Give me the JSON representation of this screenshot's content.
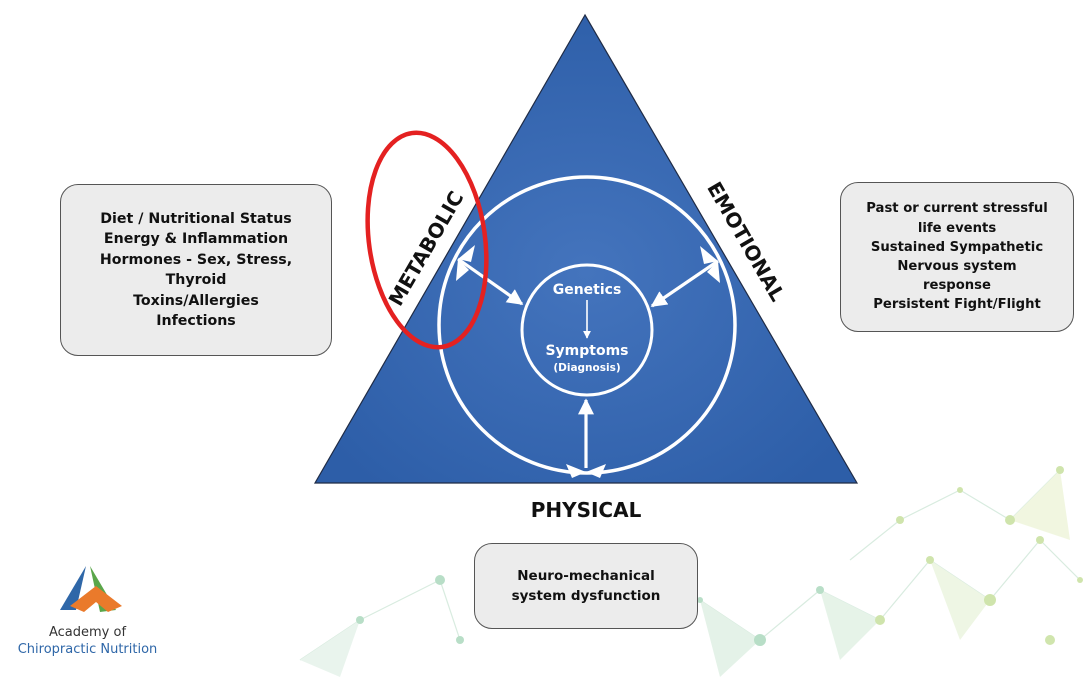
{
  "sides": {
    "metabolic": "METABOLIC",
    "emotional": "EMOTIONAL",
    "physical": "PHYSICAL"
  },
  "center": {
    "genetics": "Genetics",
    "symptoms": "Symptoms",
    "diagnosis": "(Diagnosis)"
  },
  "boxes": {
    "metabolic_lines": [
      "Diet / Nutritional Status",
      "Energy & Inflammation",
      "Hormones - Sex, Stress,",
      "Thyroid",
      "Toxins/Allergies",
      "Infections"
    ],
    "emotional_lines": [
      "Past or current stressful",
      "life events",
      "Sustained Sympathetic",
      "Nervous system",
      "response",
      "Persistent Fight/Flight"
    ],
    "physical_lines": [
      "Neuro-mechanical",
      "system dysfunction"
    ]
  },
  "logo": {
    "line1": "Academy of",
    "line2": "Chiropractic Nutrition"
  },
  "colors": {
    "triangle": "#3366b0",
    "highlight": "#e42121",
    "logo_blue": "#2f67a8",
    "logo_green": "#5aa64a",
    "logo_orange": "#ea7a2b"
  }
}
